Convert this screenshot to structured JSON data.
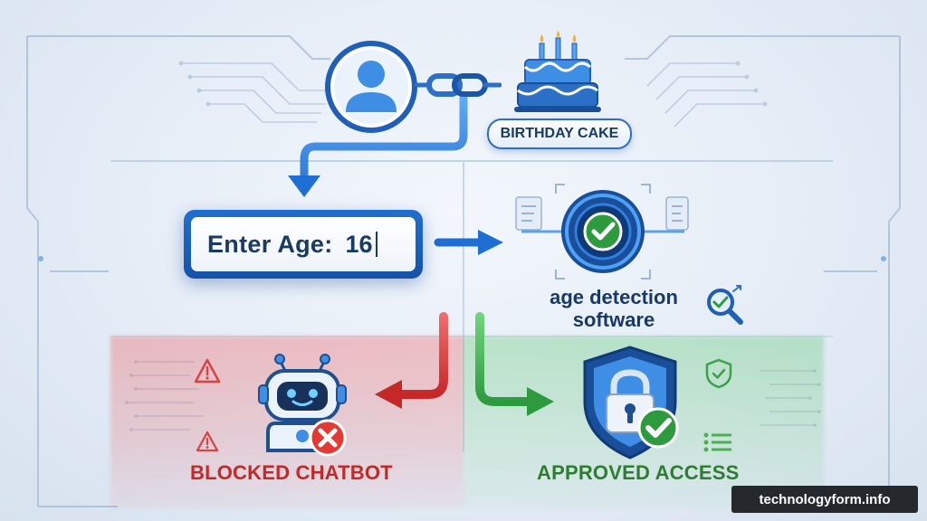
{
  "input": {
    "label": "Enter Age:",
    "value": "16"
  },
  "badges": {
    "cake": "BIRTHDAY CAKE"
  },
  "software": {
    "line1": "age detection",
    "line2": "software"
  },
  "outcomes": {
    "blocked": "BLOCKED CHATBOT",
    "approved": "APPROVED ACCESS"
  },
  "watermark": "technologyform.info",
  "colors": {
    "accent_blue": "#1f6fd0",
    "blocked_red": "#c62828",
    "approved_green": "#2e7d32",
    "text_navy": "#183a66"
  },
  "icons": [
    "user-avatar-icon",
    "chain-link-icon",
    "birthday-cake-icon",
    "checkmark-icon",
    "magnifier-icon",
    "warning-icon",
    "robot-icon",
    "x-icon",
    "shield-lock-icon",
    "small-shield-check-icon"
  ]
}
